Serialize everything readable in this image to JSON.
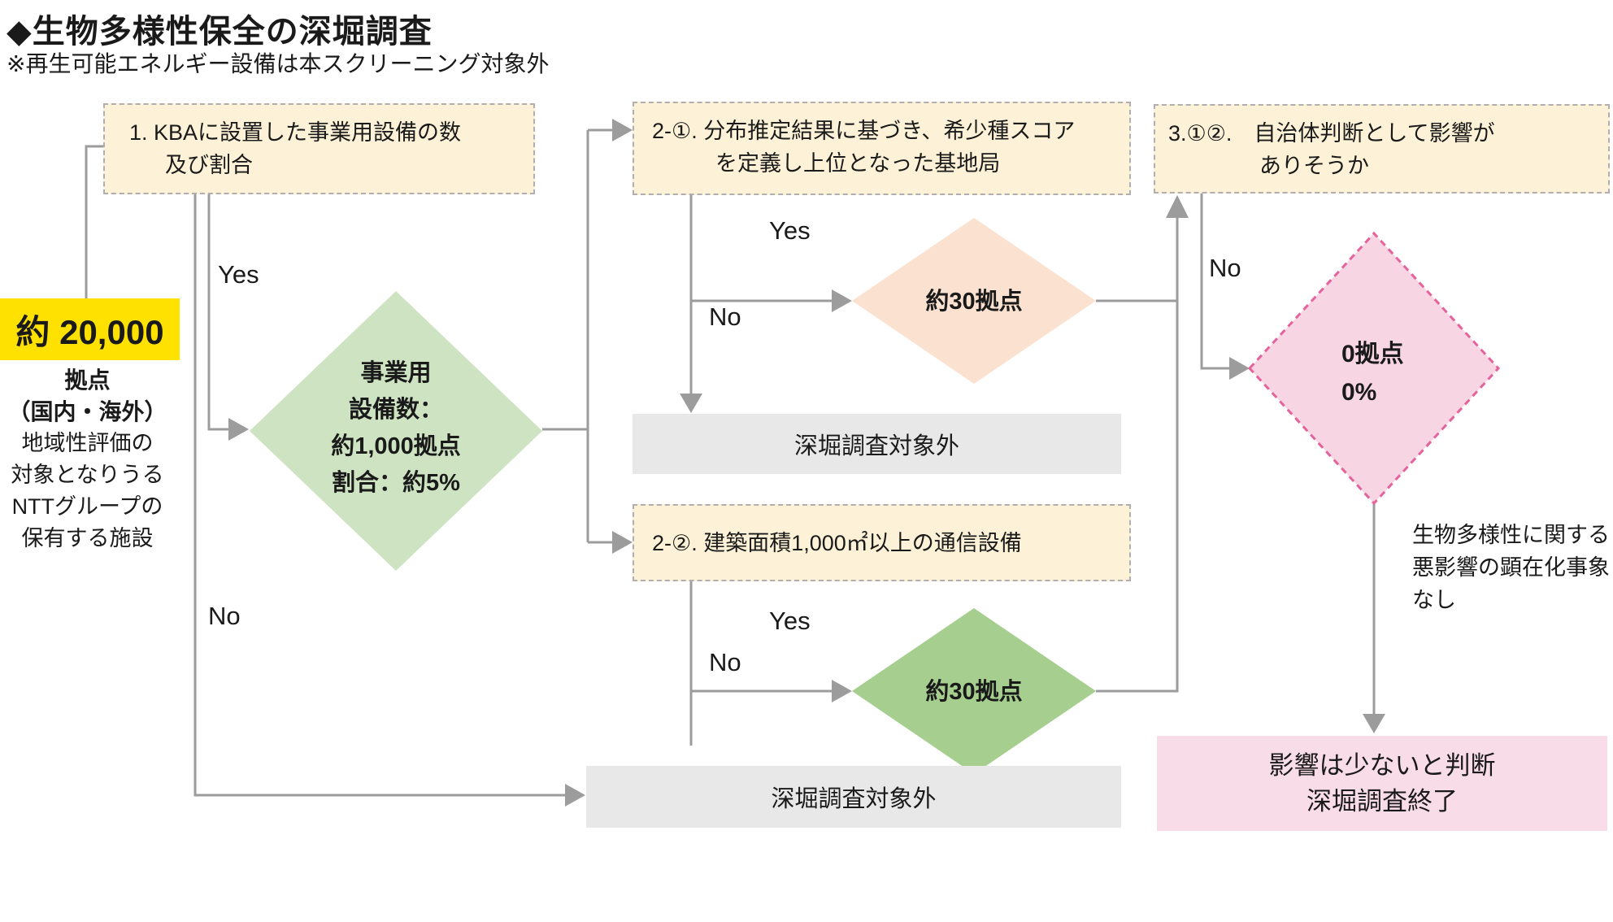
{
  "header": {
    "title": "◆生物多様性保全の深堀調査",
    "note": "※再生可能エネルギー設備は本スクリーニング対象外"
  },
  "flow": {
    "step1": {
      "line1": "1. KBAに設置した事業用設備の数",
      "line2": "及び割合"
    },
    "stat": {
      "value": "約 20,000",
      "caption": [
        "拠点",
        "（国内・海外）",
        "地域性評価の",
        "対象となりうる",
        "NTTグループの",
        "保有する施設"
      ]
    },
    "diamond1": {
      "lines": [
        "事業用",
        "設備数：",
        "約1,000拠点",
        "割合：約5%"
      ]
    },
    "step2_1": {
      "line1": "2-①. 分布推定結果に基づき、希少種スコア",
      "line2": "を定義し上位となった基地局"
    },
    "step2_2": {
      "line1": "2-②. 建築面積1,000㎡以上の通信設備"
    },
    "step3": {
      "line1": "3.①②.　自治体判断として影響が",
      "line2": "ありそうか"
    },
    "diamond2_1": {
      "label": "約30拠点"
    },
    "diamond2_2": {
      "label": "約30拠点"
    },
    "diamond3": {
      "line1": "0拠点",
      "line2": "0%"
    },
    "excluded1": {
      "label": "深堀調査対象外"
    },
    "excluded2": {
      "label": "深堀調査対象外"
    },
    "right_note": {
      "lines": [
        "生物多様性に関する",
        "悪影響の顕在化事象",
        "なし"
      ]
    },
    "result": {
      "line1": "影響は少ないと判断",
      "line2": "深堀調査終了"
    },
    "labels": {
      "yes1": "Yes",
      "no1": "No",
      "yes2": "Yes",
      "no2": "No",
      "yes3": "Yes",
      "no3": "No",
      "no4": "No"
    }
  },
  "colors": {
    "cream_box": "#fdf2d7",
    "dashed_border": "#b0aeae",
    "yellow_highlight": "#ffe100",
    "green_diamond_light": "#cde3c2",
    "green_diamond_dark": "#a6ce8e",
    "peach_diamond": "#fbe2d0",
    "pink_diamond_fill": "#f8d5e3",
    "pink_diamond_stroke": "#e4639c",
    "pink_result_box": "#f8dce7",
    "gray_box": "#e8e8e8",
    "connector_line": "#9c9c9c"
  }
}
